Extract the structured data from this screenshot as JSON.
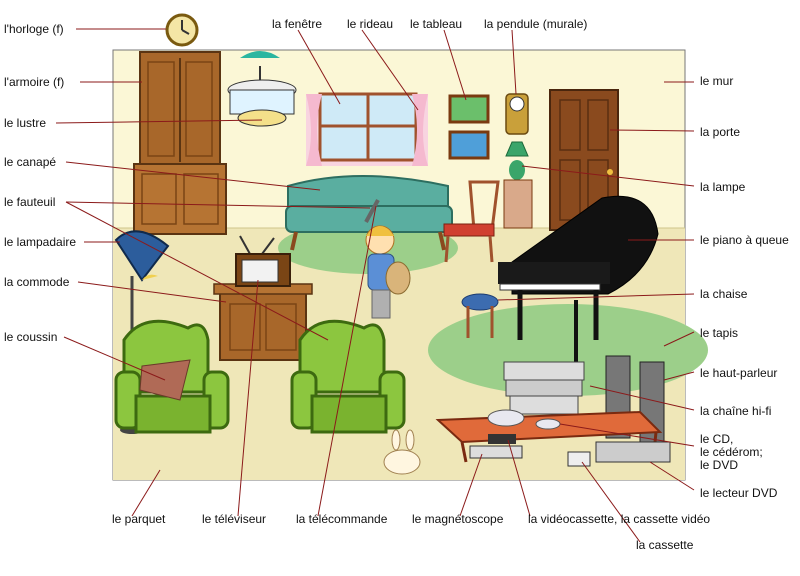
{
  "labels": {
    "horloge": "l'horloge (f)",
    "armoire": "l'armoire (f)",
    "lustre": "le lustre",
    "canape": "le canapé",
    "fauteuil": "le fauteuil",
    "lampadaire": "le lampadaire",
    "commode": "la commode",
    "coussin": "le coussin",
    "fenetre": "la fenêtre",
    "rideau": "le rideau",
    "tableau": "le tableau",
    "pendule": "la pendule (murale)",
    "mur": "le mur",
    "porte": "la porte",
    "lampe": "la lampe",
    "piano": "le piano à queue",
    "chaise": "la chaise",
    "tapis": "le tapis",
    "haut_parleur": "le haut-parleur",
    "chaine": "la chaîne hi-fi",
    "cd_1": "le CD,",
    "cd_2": "le cédérom;",
    "cd_3": "le DVD",
    "lecteur_dvd": "le lecteur DVD",
    "parquet": "le parquet",
    "televiseur": "le téléviseur",
    "telecommande": "la télécommande",
    "magnetoscope": "le magnétoscope",
    "videocassette": "la vidéocassette, la cassette vidéo",
    "cassette": "la cassette"
  },
  "colors": {
    "wall": "#fbf7d6",
    "floor": "#efe7b8",
    "rug": "#9ccf8a",
    "armchair": "#8cc63f",
    "wood": "#a0522d",
    "piano": "#111111",
    "leader_line": "#8b1a1a"
  }
}
